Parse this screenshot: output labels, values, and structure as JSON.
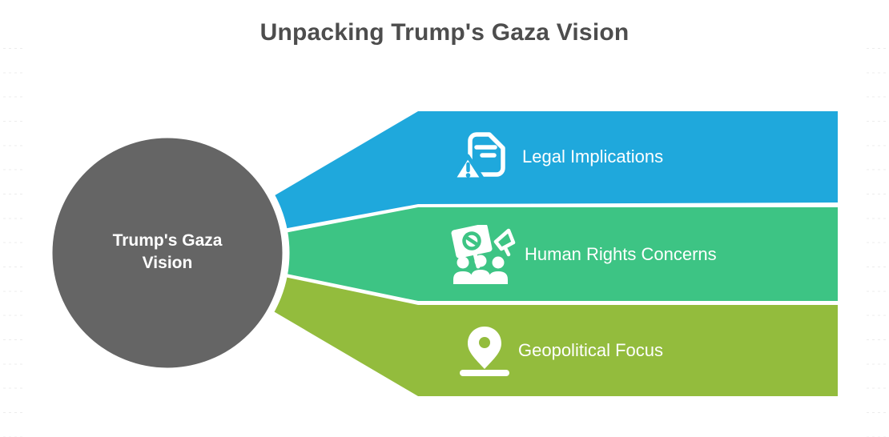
{
  "title": "Unpacking Trump's Gaza Vision",
  "center_node": {
    "label": "Trump's Gaza Vision",
    "color": "#656565"
  },
  "branches": [
    {
      "label": "Legal Implications",
      "color": "#1FA8DC",
      "icon": "document-alert-icon"
    },
    {
      "label": "Human Rights Concerns",
      "color": "#3DC484",
      "icon": "protest-crowd-icon"
    },
    {
      "label": "Geopolitical Focus",
      "color": "#93BC3D",
      "icon": "location-pin-icon"
    }
  ],
  "colors": {
    "title_text": "#4D4D4D",
    "label_text": "#FFFFFF",
    "background": "#FFFFFF",
    "gridline": "#ECECEC"
  }
}
